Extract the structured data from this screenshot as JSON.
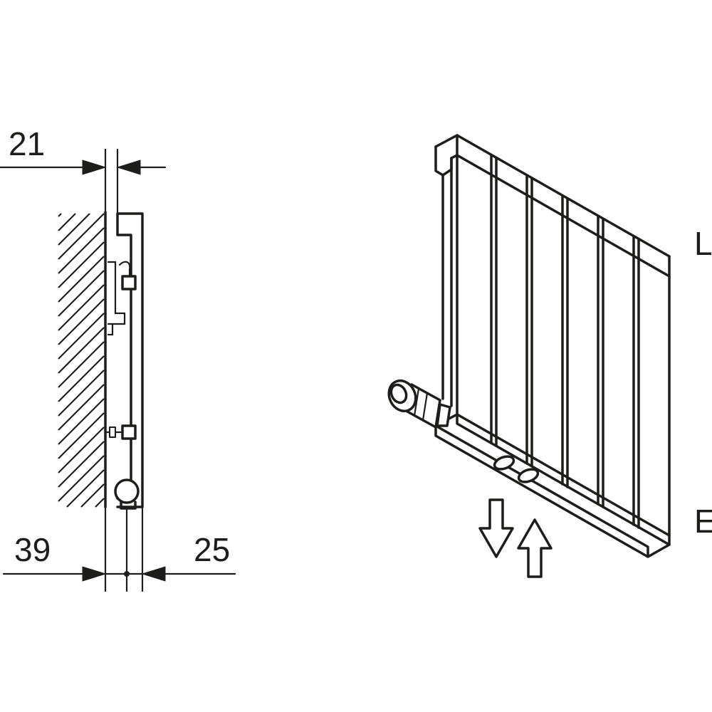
{
  "dimensions": {
    "top_depth": "21",
    "bottom_left": "39",
    "bottom_right": "25"
  },
  "perspective_labels": {
    "length": "L",
    "connection": "E"
  },
  "icons": {
    "flow_arrows": "supply-return-arrows-icon",
    "thermostatic_head": "thermostatic-valve-icon"
  },
  "colors": {
    "line": "#1d1d1b",
    "background": "#ffffff"
  }
}
